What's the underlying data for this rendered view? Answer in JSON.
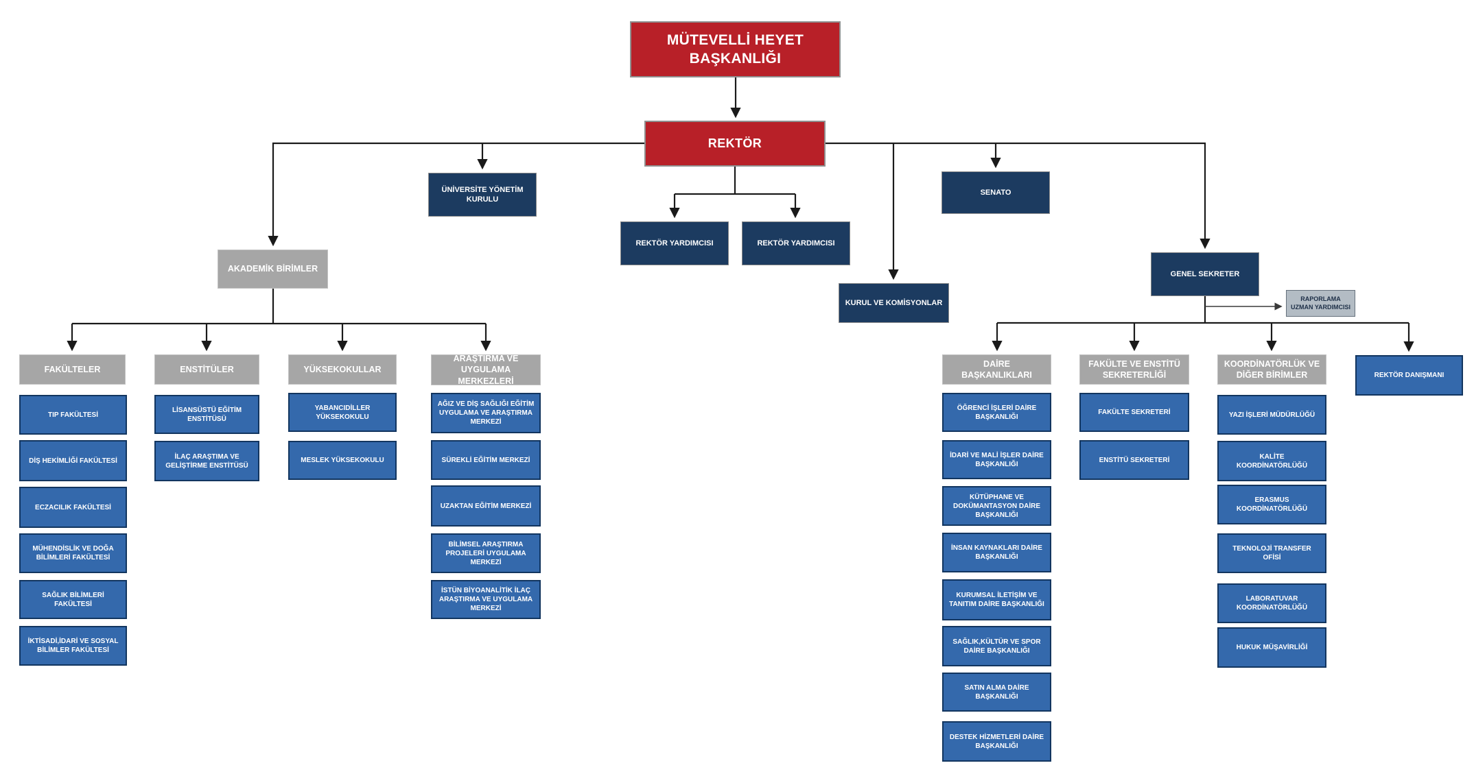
{
  "chart": {
    "board": "MÜTEVELLİ HEYET BAŞKANLIĞI",
    "rector": "REKTÖR",
    "university_board": "ÜNİVERSİTE YÖNETİM KURULU",
    "vice_rector_1": "REKTÖR YARDIMCISI",
    "vice_rector_2": "REKTÖR YARDIMCISI",
    "senate": "SENATO",
    "academic_units_header": "AKADEMİK BİRİMLER",
    "boards_commissions": "KURUL VE KOMİSYONLAR",
    "secretary_general": "GENEL SEKRETER",
    "reporting_assistant": "RAPORLAMA UZMAN YARDIMCISI",
    "rector_advisor": "REKTÖR DANIŞMANI",
    "academic_columns": [
      {
        "header": "FAKÜLTELER",
        "items": [
          "TIP FAKÜLTESİ",
          "DİŞ HEKİMLİĞİ FAKÜLTESİ",
          "ECZACILIK FAKÜLTESİ",
          "MÜHENDİSLİK VE DOĞA BİLİMLERİ FAKÜLTESİ",
          "SAĞLIK BİLİMLERİ FAKÜLTESİ",
          "İKTİSADİ,İDARİ VE SOSYAL BİLİMLER FAKÜLTESİ"
        ]
      },
      {
        "header": "ENSTİTÜLER",
        "items": [
          "LİSANSÜSTÜ EĞİTİM ENSTİTÜSÜ",
          "İLAÇ ARAŞTIMA VE GELİŞTİRME ENSTİTÜSÜ"
        ]
      },
      {
        "header": "YÜKSEKOKULLAR",
        "items": [
          "YABANCIDİLLER YÜKSEKOKULU",
          "MESLEK YÜKSEKOKULU"
        ]
      },
      {
        "header": "ARAŞTIRMA VE UYGULAMA MERKEZLERİ",
        "items": [
          "AĞIZ VE DİŞ SAĞLIĞI EĞİTİM UYGULAMA VE ARAŞTIRMA MERKEZİ",
          "SÜREKLİ EĞİTİM MERKEZİ",
          "UZAKTAN EĞİTİM MERKEZİ",
          "BİLİMSEL ARAŞTIRMA PROJELERİ UYGULAMA MERKEZİ",
          "İSTÜN BİYOANALİTİK İLAÇ ARAŞTIRMA VE UYGULAMA MERKEZİ"
        ]
      }
    ],
    "admin_columns": [
      {
        "header": "DAİRE BAŞKANLIKLARI",
        "items": [
          "ÖĞRENCİ İŞLERİ DAİRE BAŞKANLIĞI",
          "İDARİ VE MALİ İŞLER DAİRE BAŞKANLIĞI",
          "KÜTÜPHANE VE DOKÜMANTASYON DAİRE BAŞKANLIĞI",
          "İNSAN KAYNAKLARI DAİRE BAŞKANLIĞI",
          "KURUMSAL İLETİŞİM VE TANITIM DAİRE BAŞKANLIĞI",
          "SAĞLIK,KÜLTÜR VE SPOR DAİRE BAŞKANLIĞI",
          "SATIN ALMA DAİRE BAŞKANLIĞI",
          "DESTEK HİZMETLERİ DAİRE BAŞKANLIĞI"
        ]
      },
      {
        "header": "FAKÜLTE VE ENSTİTÜ SEKRETERLİĞİ",
        "items": [
          "FAKÜLTE SEKRETERİ",
          "ENSTİTÜ SEKRETERİ"
        ]
      },
      {
        "header": "KOORDİNATÖRLÜK VE DİĞER BİRİMLER",
        "items": [
          "YAZI İŞLERİ MÜDÜRLÜĞÜ",
          "KALİTE KOORDİNATÖRLÜĞÜ",
          "ERASMUS KOORDİNATÖRLÜĞÜ",
          "TEKNOLOJİ TRANSFER OFİSİ",
          "LABORATUVAR KOORDİNATÖRLÜĞÜ",
          "HUKUK MÜŞAVİRLİĞİ"
        ]
      }
    ],
    "colors": {
      "red": "#b82028",
      "navy": "#1c3b60",
      "blue": "#3469ac",
      "gray_header": "#a6a6a6",
      "light_panel": "#b3bcc4",
      "connector": "#1a1a1a"
    }
  }
}
